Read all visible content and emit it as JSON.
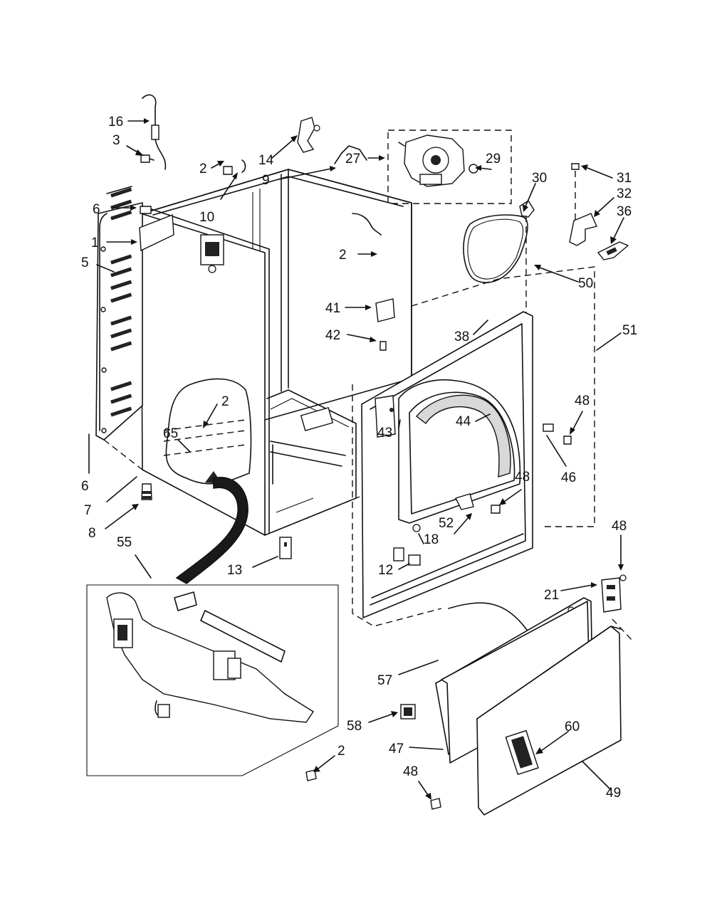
{
  "diagram": {
    "part_labels": [
      {
        "id": "16",
        "name": "callout-16"
      },
      {
        "id": "3",
        "name": "callout-3"
      },
      {
        "id": "14",
        "name": "callout-14"
      },
      {
        "id": "2",
        "name": "callout-2-top"
      },
      {
        "id": "9",
        "name": "callout-9"
      },
      {
        "id": "27",
        "name": "callout-27"
      },
      {
        "id": "29",
        "name": "callout-29"
      },
      {
        "id": "30",
        "name": "callout-30"
      },
      {
        "id": "31",
        "name": "callout-31"
      },
      {
        "id": "32",
        "name": "callout-32"
      },
      {
        "id": "36",
        "name": "callout-36"
      },
      {
        "id": "6",
        "name": "callout-6-top"
      },
      {
        "id": "10",
        "name": "callout-10"
      },
      {
        "id": "1",
        "name": "callout-1"
      },
      {
        "id": "5",
        "name": "callout-5"
      },
      {
        "id": "2",
        "name": "callout-2-rear"
      },
      {
        "id": "50",
        "name": "callout-50"
      },
      {
        "id": "41",
        "name": "callout-41"
      },
      {
        "id": "38",
        "name": "callout-38"
      },
      {
        "id": "51",
        "name": "callout-51"
      },
      {
        "id": "42",
        "name": "callout-42"
      },
      {
        "id": "2",
        "name": "callout-2-cutaway"
      },
      {
        "id": "48",
        "name": "callout-48-right"
      },
      {
        "id": "65",
        "name": "callout-65"
      },
      {
        "id": "43",
        "name": "callout-43"
      },
      {
        "id": "44",
        "name": "callout-44"
      },
      {
        "id": "6",
        "name": "callout-6-bottom"
      },
      {
        "id": "46",
        "name": "callout-46"
      },
      {
        "id": "48",
        "name": "callout-48-mid"
      },
      {
        "id": "7",
        "name": "callout-7"
      },
      {
        "id": "8",
        "name": "callout-8"
      },
      {
        "id": "52",
        "name": "callout-52"
      },
      {
        "id": "48",
        "name": "callout-48-hinge"
      },
      {
        "id": "55",
        "name": "callout-55"
      },
      {
        "id": "13",
        "name": "callout-13"
      },
      {
        "id": "12",
        "name": "callout-12"
      },
      {
        "id": "18",
        "name": "callout-18"
      },
      {
        "id": "21",
        "name": "callout-21"
      },
      {
        "id": "57",
        "name": "callout-57"
      },
      {
        "id": "60",
        "name": "callout-60"
      },
      {
        "id": "58",
        "name": "callout-58"
      },
      {
        "id": "2",
        "name": "callout-2-bottom"
      },
      {
        "id": "47",
        "name": "callout-47"
      },
      {
        "id": "48",
        "name": "callout-48-door"
      },
      {
        "id": "49",
        "name": "callout-49"
      }
    ]
  }
}
